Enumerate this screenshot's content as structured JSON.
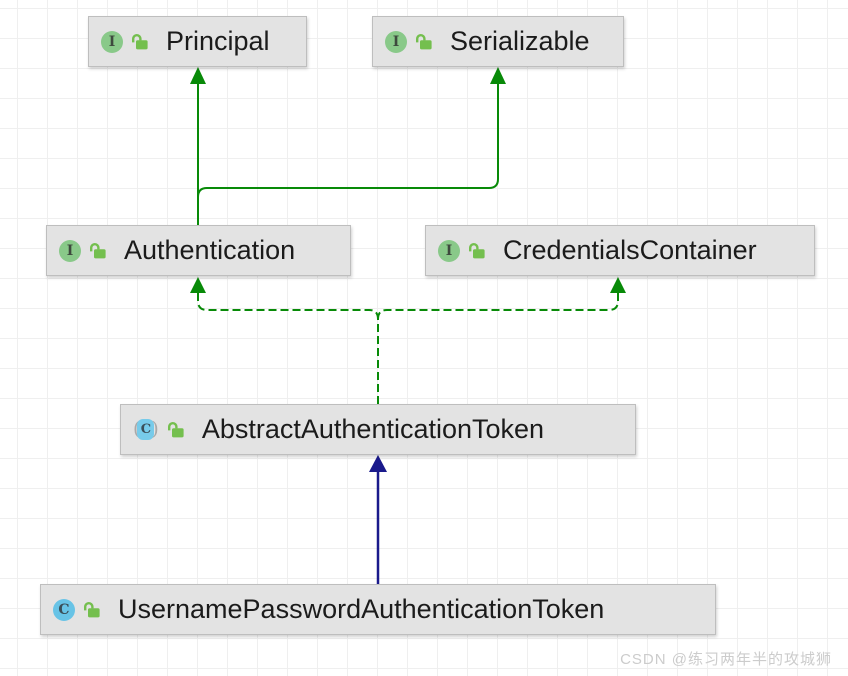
{
  "diagram": {
    "icon_letters": {
      "interface": "I",
      "class": "C"
    },
    "nodes": [
      {
        "name": "Principal",
        "kind": "interface",
        "visibility": "public"
      },
      {
        "name": "Serializable",
        "kind": "interface",
        "visibility": "public"
      },
      {
        "name": "Authentication",
        "kind": "interface",
        "visibility": "public"
      },
      {
        "name": "CredentialsContainer",
        "kind": "interface",
        "visibility": "public"
      },
      {
        "name": "AbstractAuthenticationToken",
        "kind": "abstract class",
        "visibility": "public"
      },
      {
        "name": "UsernamePasswordAuthenticationToken",
        "kind": "class",
        "visibility": "public"
      }
    ],
    "edges": [
      {
        "from": "Authentication",
        "to": "Principal",
        "relation": "extends",
        "line": "solid",
        "color": "#088A08"
      },
      {
        "from": "Authentication",
        "to": "Serializable",
        "relation": "extends",
        "line": "solid",
        "color": "#088A08"
      },
      {
        "from": "AbstractAuthenticationToken",
        "to": "Authentication",
        "relation": "implements",
        "line": "dashed",
        "color": "#088A08"
      },
      {
        "from": "AbstractAuthenticationToken",
        "to": "CredentialsContainer",
        "relation": "implements",
        "line": "dashed",
        "color": "#088A08"
      },
      {
        "from": "UsernamePasswordAuthenticationToken",
        "to": "AbstractAuthenticationToken",
        "relation": "extends",
        "line": "solid",
        "color": "#1A1A8C"
      }
    ],
    "colors": {
      "node_fill": "#E3E3E3",
      "node_border": "#BEBEBE",
      "interface_icon_green": "#89C989",
      "class_icon_blue": "#67C3E6",
      "lock_green": "#74BF4E",
      "grid_line": "#EFEFEF"
    }
  },
  "watermark": {
    "text": "CSDN @练习两年半的攻城狮"
  }
}
